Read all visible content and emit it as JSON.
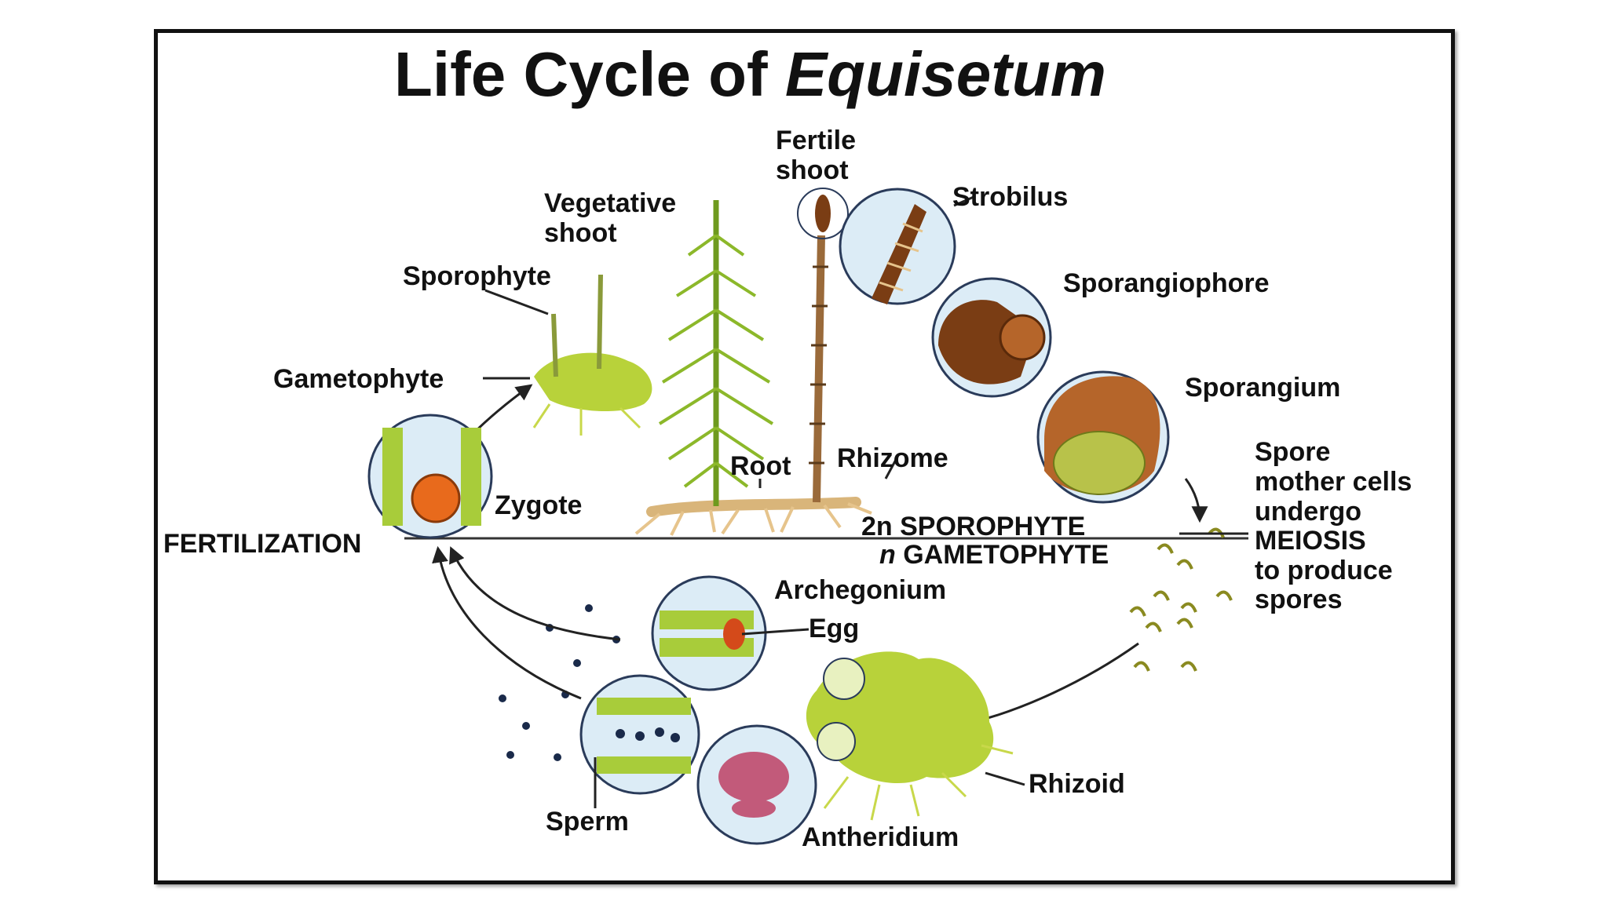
{
  "title": {
    "text": "Life Cycle of ",
    "italic": "Equisetum"
  },
  "ploidy": {
    "sporophyte_n": "2n",
    "sporophyte": " SPOROPHYTE",
    "gametophyte_n": "n",
    "gametophyte": " GAMETOPHYTE"
  },
  "labels": {
    "fertile_shoot_1": "Fertile",
    "fertile_shoot_2": "shoot",
    "vegetative_shoot_1": "Vegetative",
    "vegetative_shoot_2": "shoot",
    "strobilus": "Strobilus",
    "sporophyte": "Sporophyte",
    "sporangiophore": "Sporangiophore",
    "gametophyte": "Gametophyte",
    "sporangium": "Sporangium",
    "root": "Root",
    "rhizome": "Rhizome",
    "zygote": "Zygote",
    "fertilization": "FERTILIZATION",
    "archegonium": "Archegonium",
    "egg": "Egg",
    "rhizoid": "Rhizoid",
    "sperm": "Sperm",
    "antheridium": "Antheridium",
    "meiosis_1": "Spore",
    "meiosis_2": "mother cells",
    "meiosis_3": "undergo",
    "meiosis_4": "MEIOSIS",
    "meiosis_5": "to produce",
    "meiosis_6": "spores"
  },
  "colors": {
    "plant_green": "#8cb82a",
    "cell_green": "#a8cc3a",
    "brown": "#7a3d14",
    "root_tan": "#e6c48c",
    "circle_fill": "#dcecf6",
    "circle_stroke": "#2a3b5a",
    "zygote_orange": "#e86a1c",
    "antheridium_pink": "#c25a7a"
  }
}
